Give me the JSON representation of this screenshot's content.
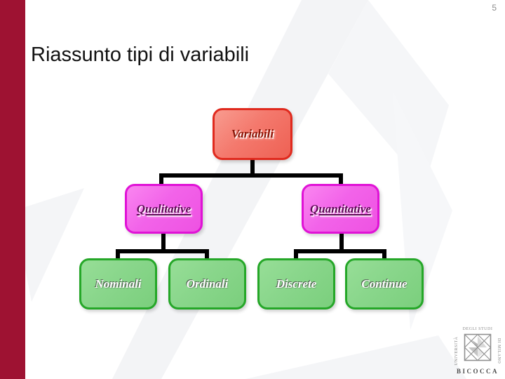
{
  "page_number": "5",
  "title": "Riassunto tipi di variabili",
  "colors": {
    "sidebar_bar": "#9e1232",
    "root_fill": "#f4796d",
    "root_border": "#e02a1e",
    "root_text": "#8c1507",
    "branch_fill": "#f263e9",
    "branch_border": "#e012d6",
    "branch_text": "#5e0a56",
    "leaf_fill": "#89d68b",
    "leaf_border": "#25a728",
    "leaf_text": "#ffffff",
    "connector": "#000000"
  },
  "tree": {
    "root": {
      "label": "Variabili"
    },
    "branches": [
      {
        "label": "Qualitative"
      },
      {
        "label": "Quantitative"
      }
    ],
    "leaves": [
      {
        "label": "Nominali"
      },
      {
        "label": "Ordinali"
      },
      {
        "label": "Discrete"
      },
      {
        "label": "Continue"
      }
    ]
  },
  "logo": {
    "left": "UNIVERSITÀ",
    "top": "DEGLI STUDI",
    "right": "DI MILANO",
    "bottom": "BICOCCA"
  }
}
